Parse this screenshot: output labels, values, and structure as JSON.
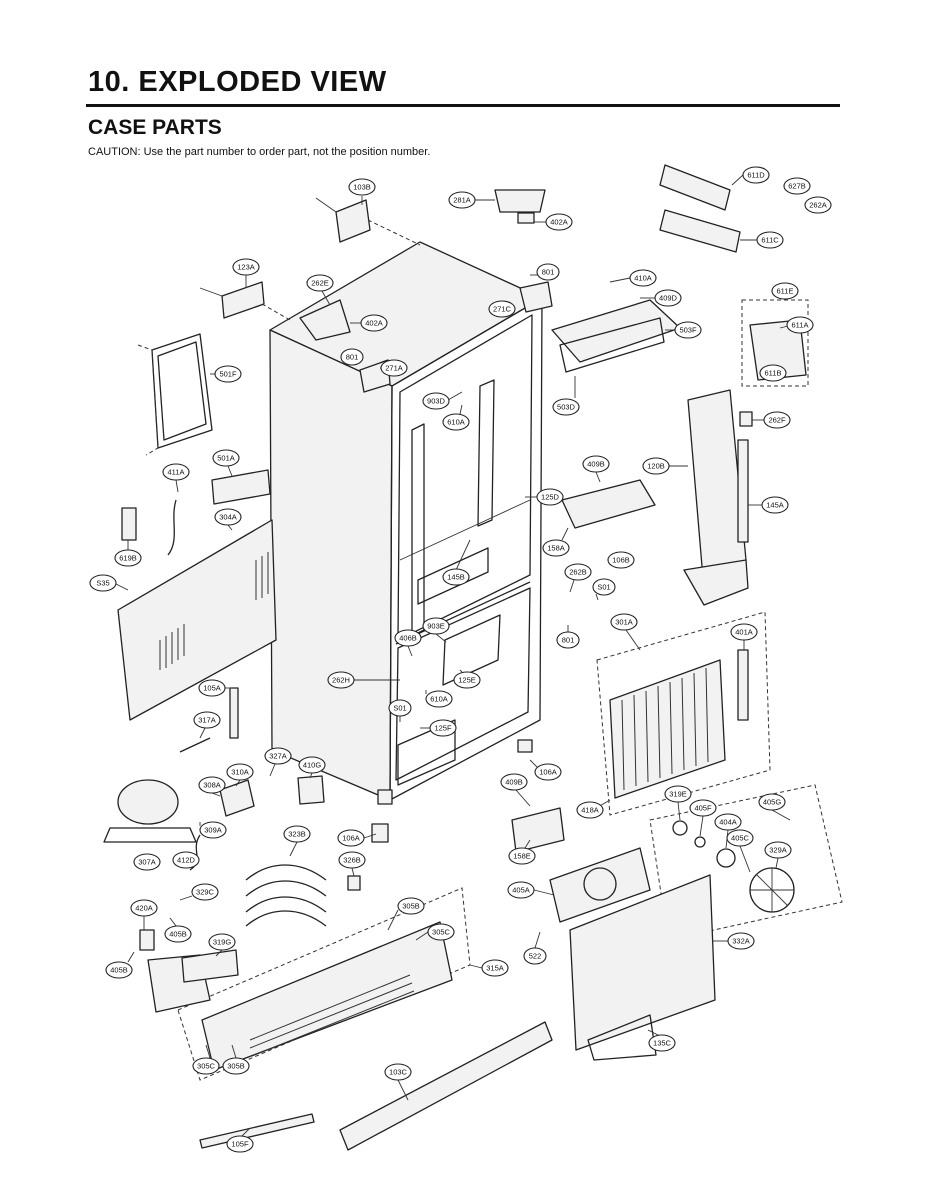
{
  "header": {
    "title": "10. EXPLODED VIEW",
    "subtitle": "CASE PARTS",
    "caution": "CAUTION: Use the part number to order part, not the position number."
  },
  "callouts": [
    {
      "id": "c-103b",
      "label": "103B"
    },
    {
      "id": "c-281a",
      "label": "281A"
    },
    {
      "id": "c-402a-top",
      "label": "402A"
    },
    {
      "id": "c-611d",
      "label": "611D"
    },
    {
      "id": "c-627b",
      "label": "627B"
    },
    {
      "id": "c-262a",
      "label": "262A"
    },
    {
      "id": "c-611c",
      "label": "611C"
    },
    {
      "id": "c-123a",
      "label": "123A"
    },
    {
      "id": "c-262e",
      "label": "262E"
    },
    {
      "id": "c-402a",
      "label": "402A"
    },
    {
      "id": "c-801-top",
      "label": "801"
    },
    {
      "id": "c-271c",
      "label": "271C"
    },
    {
      "id": "c-410a",
      "label": "410A"
    },
    {
      "id": "c-409d",
      "label": "409D"
    },
    {
      "id": "c-611e",
      "label": "611E"
    },
    {
      "id": "c-611a",
      "label": "611A"
    },
    {
      "id": "c-503f",
      "label": "503F"
    },
    {
      "id": "c-801",
      "label": "801"
    },
    {
      "id": "c-271a",
      "label": "271A"
    },
    {
      "id": "c-501f",
      "label": "501F"
    },
    {
      "id": "c-611b",
      "label": "611B"
    },
    {
      "id": "c-903d",
      "label": "903D"
    },
    {
      "id": "c-503d",
      "label": "503D"
    },
    {
      "id": "c-610a-top",
      "label": "610A"
    },
    {
      "id": "c-262f",
      "label": "262F"
    },
    {
      "id": "c-411a",
      "label": "411A"
    },
    {
      "id": "c-501a",
      "label": "501A"
    },
    {
      "id": "c-409b-top",
      "label": "409B"
    },
    {
      "id": "c-120b",
      "label": "120B"
    },
    {
      "id": "c-304a",
      "label": "304A"
    },
    {
      "id": "c-125d",
      "label": "125D"
    },
    {
      "id": "c-145a",
      "label": "145A"
    },
    {
      "id": "c-619b",
      "label": "619B"
    },
    {
      "id": "c-158a",
      "label": "158A"
    },
    {
      "id": "c-106b",
      "label": "106B"
    },
    {
      "id": "c-s35",
      "label": "S35"
    },
    {
      "id": "c-145b",
      "label": "145B"
    },
    {
      "id": "c-262b",
      "label": "262B"
    },
    {
      "id": "c-s01-mid",
      "label": "S01"
    },
    {
      "id": "c-801-mid",
      "label": "801"
    },
    {
      "id": "c-301a",
      "label": "301A"
    },
    {
      "id": "c-903e",
      "label": "903E"
    },
    {
      "id": "c-401a",
      "label": "401A"
    },
    {
      "id": "c-406b",
      "label": "406B"
    },
    {
      "id": "c-262h",
      "label": "262H"
    },
    {
      "id": "c-125e",
      "label": "125E"
    },
    {
      "id": "c-105a",
      "label": "105A"
    },
    {
      "id": "c-610a",
      "label": "610A"
    },
    {
      "id": "c-s01",
      "label": "S01"
    },
    {
      "id": "c-125f",
      "label": "125F"
    },
    {
      "id": "c-317a",
      "label": "317A"
    },
    {
      "id": "c-327a",
      "label": "327A"
    },
    {
      "id": "c-410g",
      "label": "410G"
    },
    {
      "id": "c-409b",
      "label": "409B"
    },
    {
      "id": "c-106a-right",
      "label": "106A"
    },
    {
      "id": "c-310a",
      "label": "310A"
    },
    {
      "id": "c-308a",
      "label": "308A"
    },
    {
      "id": "c-418a",
      "label": "418A"
    },
    {
      "id": "c-319e",
      "label": "319E"
    },
    {
      "id": "c-405f",
      "label": "405F"
    },
    {
      "id": "c-405g",
      "label": "405G"
    },
    {
      "id": "c-309a",
      "label": "309A"
    },
    {
      "id": "c-323b",
      "label": "323B"
    },
    {
      "id": "c-106a",
      "label": "106A"
    },
    {
      "id": "c-404a",
      "label": "404A"
    },
    {
      "id": "c-405c",
      "label": "405C"
    },
    {
      "id": "c-307a",
      "label": "307A"
    },
    {
      "id": "c-412d",
      "label": "412D"
    },
    {
      "id": "c-326b",
      "label": "326B"
    },
    {
      "id": "c-158e",
      "label": "158E"
    },
    {
      "id": "c-329a",
      "label": "329A"
    },
    {
      "id": "c-329c",
      "label": "329C"
    },
    {
      "id": "c-405a",
      "label": "405A"
    },
    {
      "id": "c-305b-top",
      "label": "305B"
    },
    {
      "id": "c-420a",
      "label": "420A"
    },
    {
      "id": "c-405b-top",
      "label": "405B"
    },
    {
      "id": "c-305c-top",
      "label": "305C"
    },
    {
      "id": "c-332a",
      "label": "332A"
    },
    {
      "id": "c-319g",
      "label": "319G"
    },
    {
      "id": "c-522",
      "label": "522"
    },
    {
      "id": "c-405b",
      "label": "405B"
    },
    {
      "id": "c-315a",
      "label": "315A"
    },
    {
      "id": "c-135c",
      "label": "135C"
    },
    {
      "id": "c-305c",
      "label": "305C"
    },
    {
      "id": "c-305b",
      "label": "305B"
    },
    {
      "id": "c-103c",
      "label": "103C"
    },
    {
      "id": "c-105f",
      "label": "105F"
    }
  ]
}
